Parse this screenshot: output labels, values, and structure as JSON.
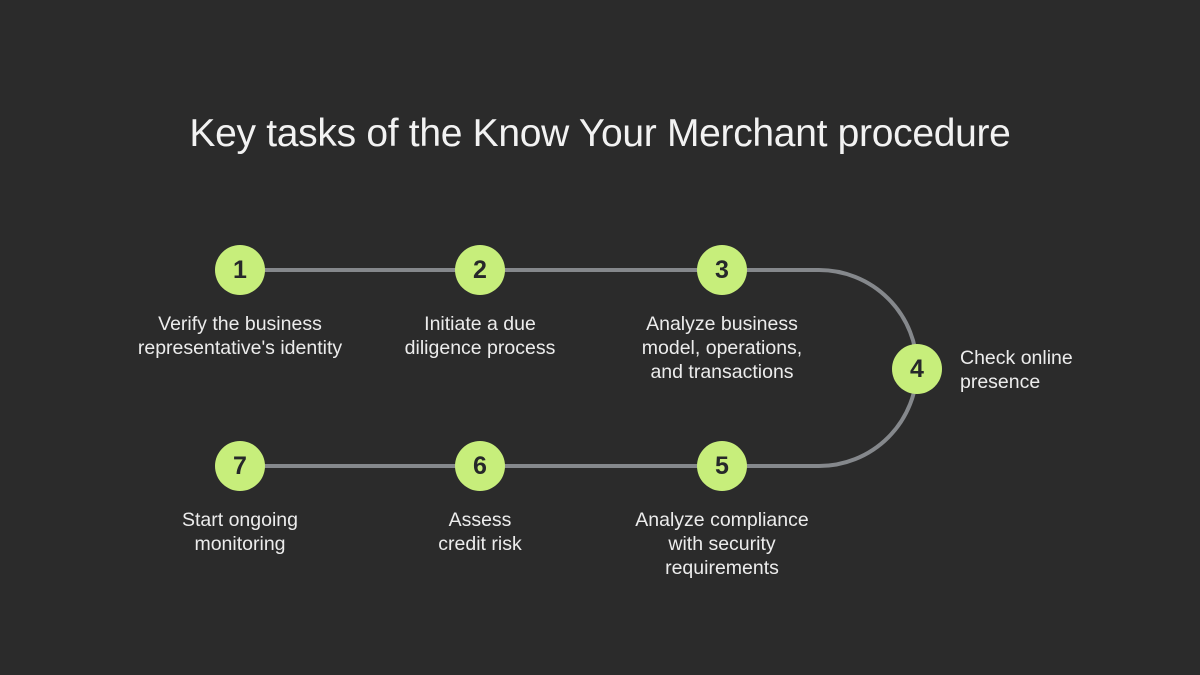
{
  "title": "Key tasks of the Know Your Merchant procedure",
  "colors": {
    "background": "#2b2b2b",
    "accent": "#c7ee7b",
    "connector": "#85888c",
    "title_text": "#f2f2f2",
    "label_text": "#ececec",
    "number_text": "#26282a"
  },
  "steps": [
    {
      "number": "1",
      "label": "Verify the business\nrepresentative's identity"
    },
    {
      "number": "2",
      "label": "Initiate a due\ndiligence process"
    },
    {
      "number": "3",
      "label": "Analyze business\nmodel, operations,\nand transactions"
    },
    {
      "number": "4",
      "label": "Check online\npresence"
    },
    {
      "number": "5",
      "label": "Analyze compliance\nwith security\nrequirements"
    },
    {
      "number": "6",
      "label": "Assess\ncredit risk"
    },
    {
      "number": "7",
      "label": "Start ongoing\nmonitoring"
    }
  ]
}
